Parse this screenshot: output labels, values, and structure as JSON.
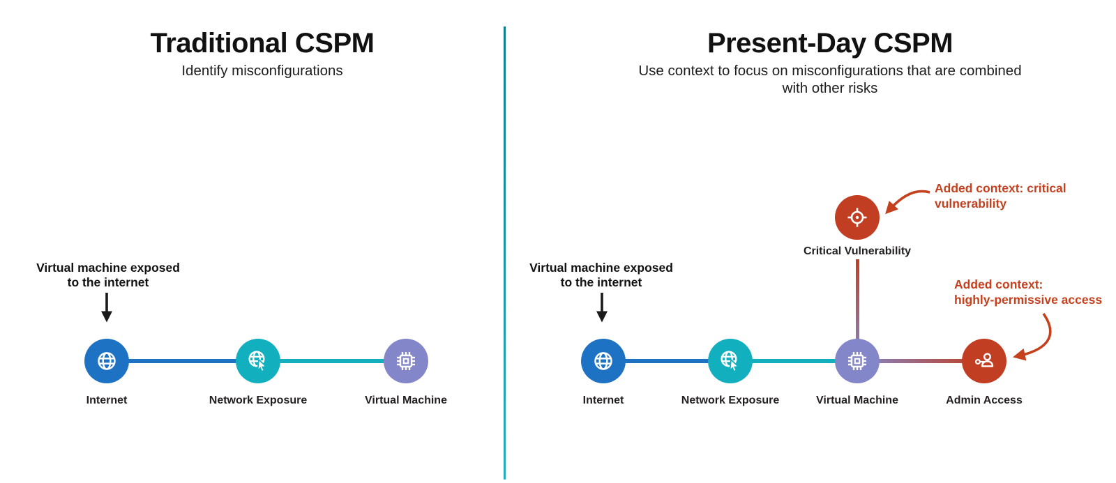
{
  "colors": {
    "internet_blue": "#1d72c4",
    "exposure_teal": "#12b0bf",
    "vm_purple": "#8386c8",
    "risk_red": "#c23e22",
    "divider_teal": "#1792a6",
    "annotation_red": "#c5401d",
    "text_dark": "#1a1a1a"
  },
  "left_panel": {
    "title": "Traditional CSPM",
    "subtitle": "Identify misconfigurations",
    "callout": {
      "line1": "Virtual machine exposed",
      "line2": "to the internet"
    },
    "nodes": [
      {
        "label": "Internet",
        "icon": "globe-icon"
      },
      {
        "label": "Network Exposure",
        "icon": "globe-cursor-icon"
      },
      {
        "label": "Virtual Machine",
        "icon": "chip-icon"
      }
    ]
  },
  "right_panel": {
    "title": "Present-Day CSPM",
    "subtitle": {
      "line1": "Use context to focus on misconfigurations that are combined",
      "line2": "with other risks"
    },
    "callout": {
      "line1": "Virtual machine exposed",
      "line2": "to the internet"
    },
    "nodes": [
      {
        "label": "Internet",
        "icon": "globe-icon"
      },
      {
        "label": "Network Exposure",
        "icon": "globe-cursor-icon"
      },
      {
        "label": "Virtual Machine",
        "icon": "chip-icon"
      },
      {
        "label": "Admin Access",
        "icon": "key-user-icon"
      },
      {
        "label": "Critical Vulnerability",
        "icon": "crosshair-icon"
      }
    ],
    "annotations": [
      {
        "line1": "Added context: critical",
        "line2": "vulnerability"
      },
      {
        "line1": "Added context:",
        "line2": "highly-permissive access"
      }
    ]
  }
}
